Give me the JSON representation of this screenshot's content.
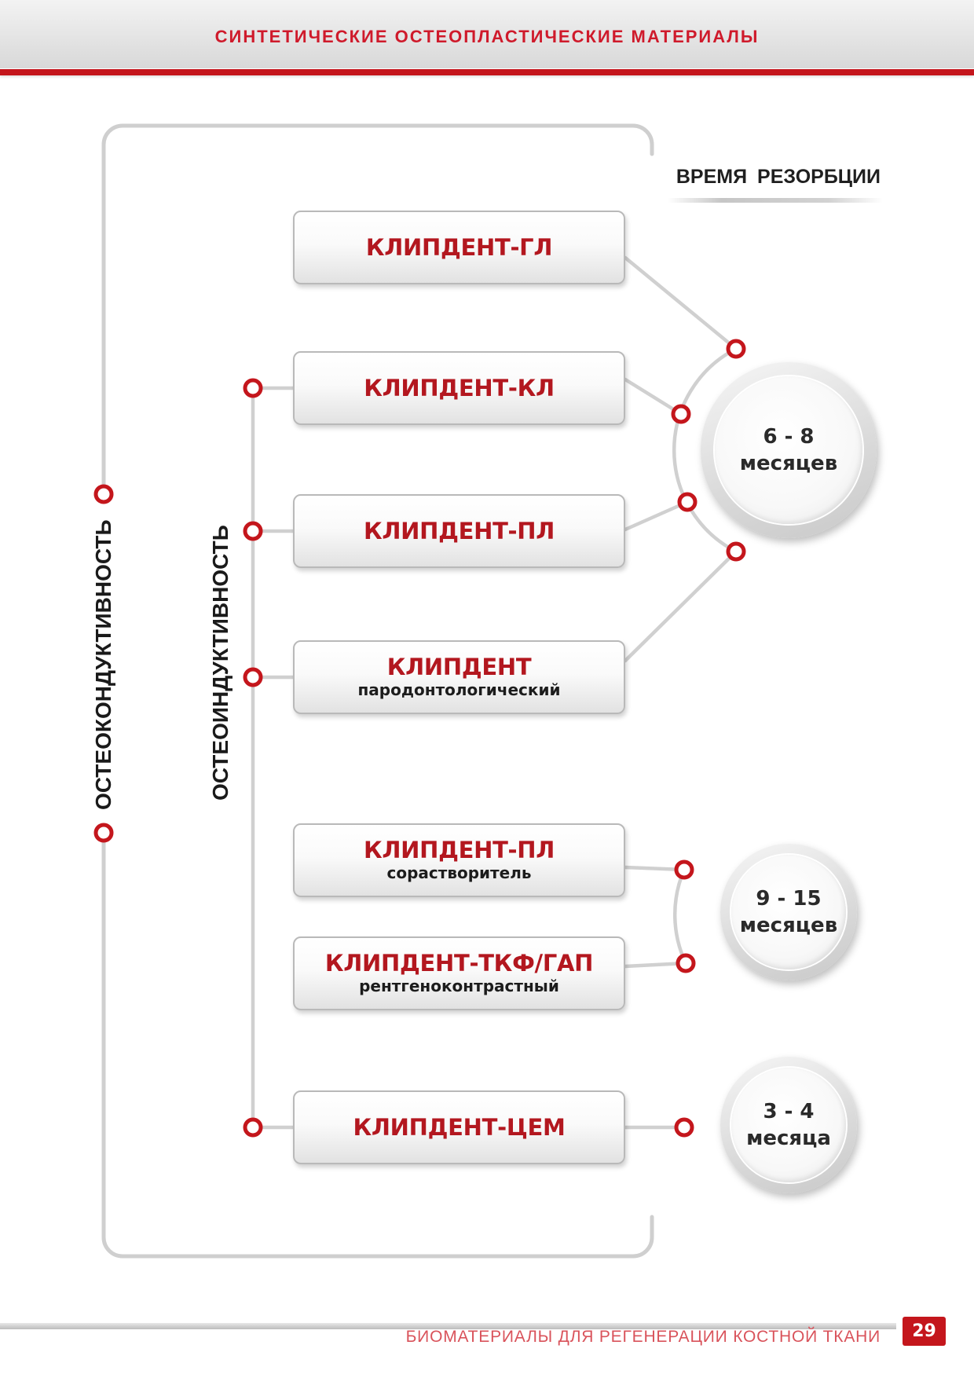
{
  "header": {
    "title": "СИНТЕТИЧЕСКИЕ ОСТЕОПЛАСТИЧЕСКИЕ МАТЕРИАЛЫ"
  },
  "diagram": {
    "resorption_heading": "ВРЕМЯ РЕЗОРБЦИИ",
    "osteoconductivity_label": "ОСТЕОКОНДУКТИВНОСТЬ",
    "osteoinductivity_label": "ОСТЕОИНДУКТИВНОСТЬ",
    "products": [
      {
        "name": "КЛИПДЕНТ-ГЛ"
      },
      {
        "name": "КЛИПДЕНТ-КЛ"
      },
      {
        "name": "КЛИПДЕНТ-ПЛ"
      },
      {
        "name": "КЛИПДЕНТ",
        "subtitle": "пародонтологический"
      },
      {
        "name": "КЛИПДЕНТ-ПЛ",
        "subtitle": "сорастворитель"
      },
      {
        "name": "КЛИПДЕНТ-ТКФ/ГАП",
        "subtitle": "рентгеноконтрастный"
      },
      {
        "name": "КЛИПДЕНТ-ЦЕМ"
      }
    ],
    "resorption_times": [
      {
        "range": "6 - 8",
        "unit": "месяцев"
      },
      {
        "range": "9 - 15",
        "unit": "месяцев"
      },
      {
        "range": "3 - 4",
        "unit": "месяца"
      }
    ]
  },
  "footer": {
    "title": "БИОМАТЕРИАЛЫ ДЛЯ РЕГЕНЕРАЦИИ КОСТНОЙ ТКАНИ",
    "page_number": "29"
  },
  "colors": {
    "accent_red": "#c4161c",
    "product_name_red": "#b3171f",
    "connector_gray": "#d0d0d0"
  }
}
